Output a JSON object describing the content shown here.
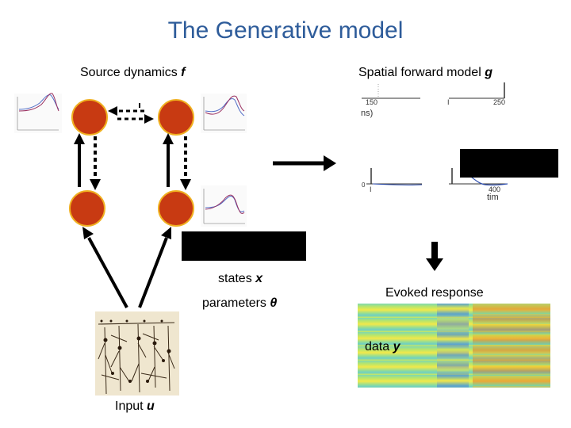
{
  "title": "The Generative model",
  "labels": {
    "source_dynamics": "Source dynamics",
    "source_dynamics_symbol": "f",
    "spatial_forward_model": "Spatial forward model",
    "spatial_forward_model_symbol": "g",
    "states": "states",
    "states_symbol": "x",
    "parameters": "parameters",
    "parameters_symbol": "θ",
    "evoked_response": "Evoked response",
    "data": "data",
    "data_symbol": "y",
    "input": "Input",
    "input_symbol": "u"
  },
  "colors": {
    "title": "#2e5c9a",
    "node_fill": "#c83a12",
    "node_stroke": "#f0b020",
    "trace_blue": "#5570c8",
    "trace_red": "#9a3060"
  }
}
